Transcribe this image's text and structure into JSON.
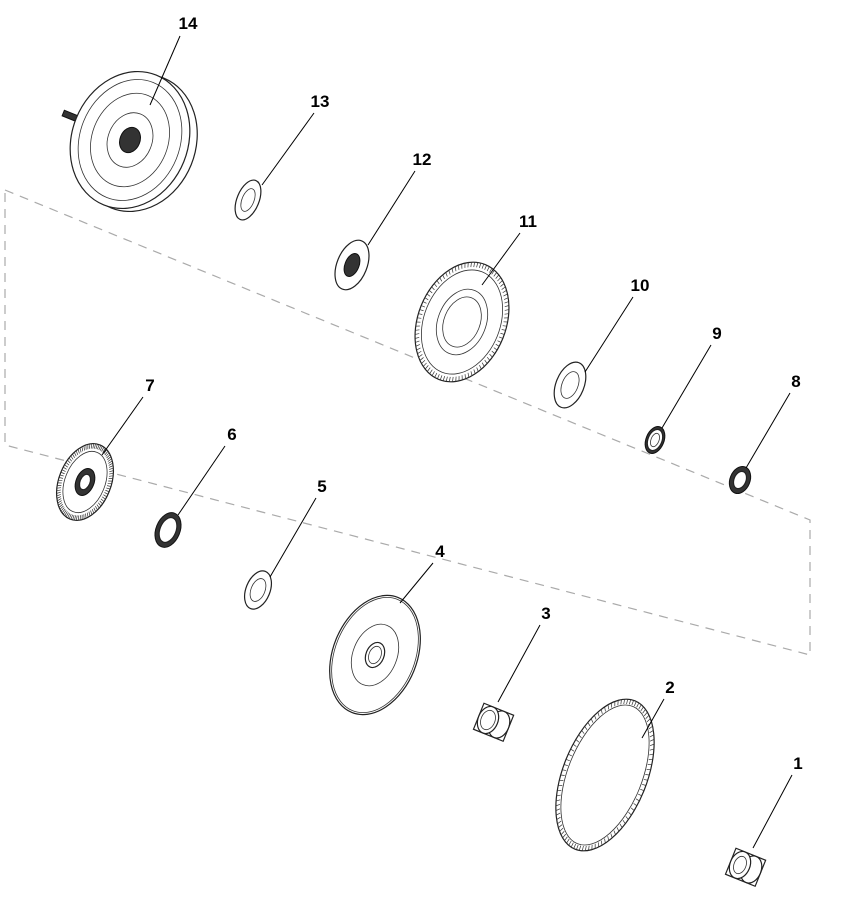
{
  "diagram": {
    "type": "exploded-parts-view",
    "callouts": [
      "1",
      "2",
      "3",
      "4",
      "5",
      "6",
      "7",
      "8",
      "9",
      "10",
      "11",
      "12",
      "13",
      "14"
    ]
  }
}
